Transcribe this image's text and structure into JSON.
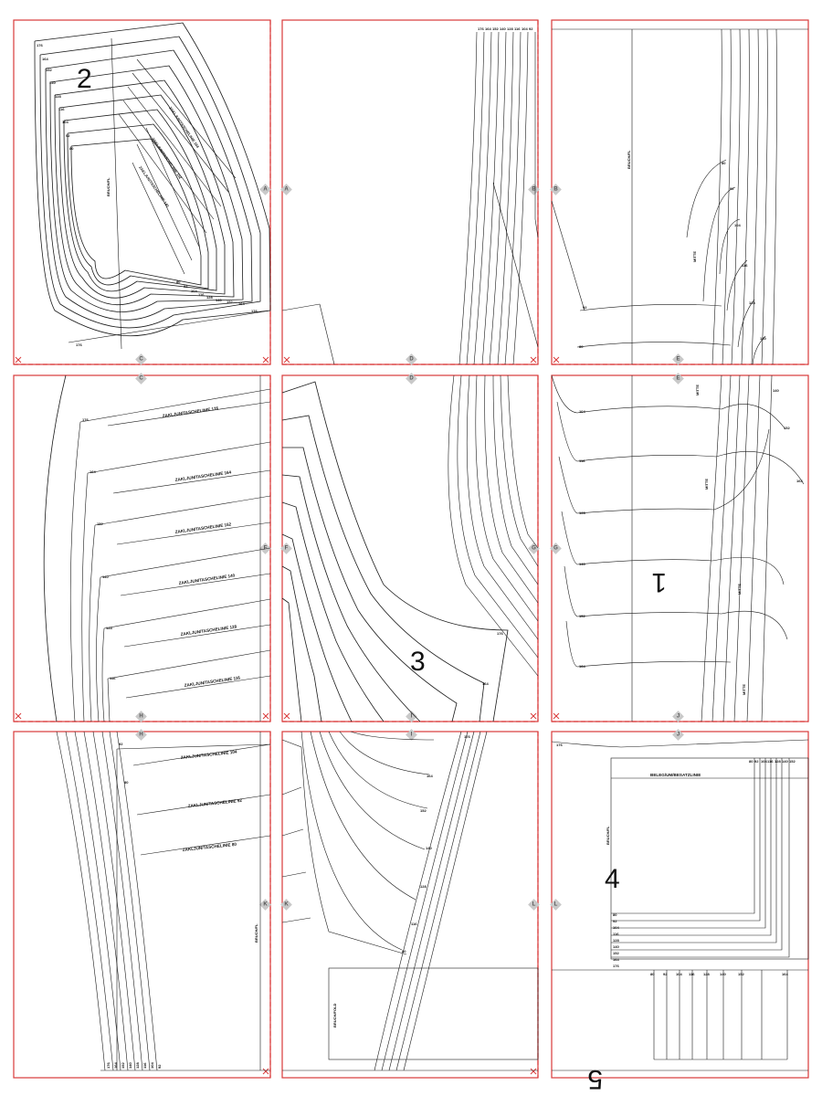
{
  "piece_numbers": [
    "2",
    "3",
    "1",
    "4",
    "5"
  ],
  "match_marks": [
    "A",
    "B",
    "C",
    "D",
    "E",
    "F",
    "G",
    "H",
    "I",
    "J",
    "K",
    "L"
  ],
  "size_labels": {
    "piece2_top": [
      "176",
      "164",
      "152",
      "140",
      "128",
      "116",
      "104",
      "92",
      "80"
    ],
    "piece2_bottom": [
      "80",
      "92",
      "104",
      "116",
      "128",
      "140",
      "152",
      "164",
      "176"
    ],
    "piece2_sizes_col": [
      "152",
      "164",
      "176"
    ],
    "piece2_extra": [
      "176"
    ],
    "tile_b_top": [
      "176",
      "164",
      "152",
      "140",
      "128",
      "116",
      "104",
      "92",
      "80"
    ],
    "tile_c_curve": [
      "80",
      "92",
      "104",
      "116",
      "128",
      "140",
      "152",
      "164"
    ],
    "tile_c_left": [
      "92",
      "80"
    ],
    "tile_d_left": [
      "164",
      "152",
      "140",
      "128",
      "116",
      "104"
    ],
    "tile_e_top": [
      "140",
      "152",
      "164",
      "176"
    ],
    "tile_f_left": [
      "104",
      "116",
      "128",
      "140",
      "152",
      "164"
    ],
    "tile_f_center": [
      "176",
      "164"
    ],
    "tile_g_left": [
      "92",
      "80"
    ],
    "tile_h_right": [
      "152",
      "140",
      "128",
      "116",
      "104",
      "92",
      "80"
    ],
    "tile_g_bottom": [
      "176",
      "164",
      "152",
      "140",
      "128",
      "116",
      "104",
      "92",
      "80"
    ],
    "tile_i_sizes_v": [
      "80",
      "92",
      "104",
      "116",
      "128",
      "140",
      "152",
      "164",
      "176"
    ],
    "tile_i_sizes_h": [
      "80",
      "92",
      "104",
      "116",
      "128",
      "140",
      "152",
      "164",
      "176"
    ],
    "tile_i_bottom_cols": [
      "80",
      "92",
      "104",
      "116",
      "128",
      "140",
      "152",
      "164"
    ],
    "tile_h_topleft": [
      "176"
    ]
  },
  "pocket_labels": {
    "p176": "ZAKLJUN/TASCHELINIE 176",
    "p164": "ZAKLJUN/TASCHELINIE 164",
    "p152": "ZAKLJUN/TASCHELINIE 152",
    "p140": "ZAKLJUN/TASCHELINIE 140",
    "p128": "ZAKLJUN/TASCHELINIE 128",
    "p116": "ZAKLJUN/TASCHELINIE 116",
    "p104": "ZAKLJUN/TASCHELINIE 104",
    "p92": "ZAKLJUN/TASCHELINIE 92",
    "p80": "ZAKLJUN/TASCHELINIE 80"
  },
  "other_labels": {
    "bruch": "BRUCH",
    "bruch_fl": "BRUCH/FL",
    "mitte": "MITTE",
    "mitte_vm": "MITTE/VM",
    "bruch_fold": "BRUCH/FOLD",
    "besatz": "BELEG/UM/BESATZLINIE"
  }
}
